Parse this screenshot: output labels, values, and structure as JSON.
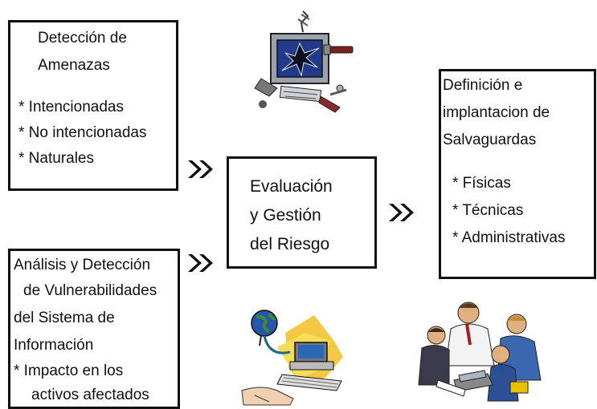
{
  "threats": {
    "title_line1": "Detección de",
    "title_line2": "Amenazas",
    "items": [
      "* Intencionadas",
      "* No intencionadas",
      "* Naturales"
    ]
  },
  "vulnerabilities": {
    "lines": [
      "Análisis y Detección",
      "de Vulnerabilidades",
      "del Sistema de",
      "Información",
      "* Impacto en los",
      "activos afectados"
    ]
  },
  "evaluation": {
    "lines": [
      "Evaluación",
      "y Gestión",
      "del Riesgo"
    ]
  },
  "safeguards": {
    "title_lines": [
      "Definición e",
      "implantacion de",
      "Salvaguardas"
    ],
    "items": [
      "* Físicas",
      "* Técnicas",
      "* Administrativas"
    ]
  },
  "icons": [
    "broken-computer-clipart",
    "globe-computer-clipart",
    "business-meeting-clipart",
    "double-chevron-arrow-icon"
  ]
}
